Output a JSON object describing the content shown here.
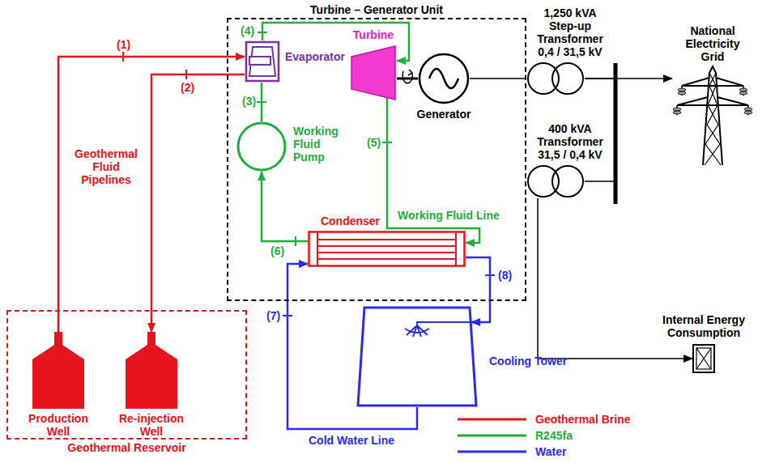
{
  "diagram": {
    "nodes": [
      {
        "text": [
          "Turbine – Generator Unit"
        ]
      },
      {
        "text": [
          "Evaporator"
        ],
        "in": 0
      },
      {
        "text": [
          "Turbine"
        ],
        "in": 0
      },
      {
        "text": [
          "Generator"
        ],
        "in": 0
      },
      {
        "text": [
          "Working Fluid Pump"
        ],
        "in": 0
      },
      {
        "text": [
          "Condenser"
        ],
        "in": 0
      },
      {
        "text": [
          "Cooling Tower"
        ]
      },
      {
        "text": [
          "Geothermal Reservoir"
        ]
      },
      {
        "text": [
          "Production Well"
        ],
        "in": 7
      },
      {
        "text": [
          "Re-injection Well"
        ],
        "in": 7
      },
      {
        "text": [
          "1,250 kVA Step-up Transformer 0,4 / 31,5 kV"
        ]
      },
      {
        "text": [
          "400 kVA Transformer 31,5 / 0,4 kV"
        ]
      },
      {
        "text": [
          "National Electricity Grid"
        ]
      },
      {
        "text": [
          "Internal Energy Consumption"
        ]
      }
    ],
    "edges": [
      {
        "from": 8,
        "to": 1,
        "arrow": "to",
        "label": "(1)"
      },
      {
        "from": 1,
        "to": 9,
        "arrow": "to",
        "label": "(2)"
      },
      {
        "from": 4,
        "to": 1,
        "arrow": "none",
        "label": "(3)"
      },
      {
        "from": 1,
        "to": 2,
        "arrow": "to",
        "label": "(4)"
      },
      {
        "from": 2,
        "to": 5,
        "arrow": "to",
        "label": "(5)"
      },
      {
        "from": 5,
        "to": 4,
        "arrow": "to",
        "label": "(6)"
      },
      {
        "from": 6,
        "to": 5,
        "arrow": "to",
        "label": "(7)"
      },
      {
        "from": 5,
        "to": 6,
        "arrow": "to",
        "label": "(8)"
      },
      {
        "from": 2,
        "to": 3,
        "arrow": "none"
      },
      {
        "from": 3,
        "to": 10,
        "arrow": "none"
      },
      {
        "from": 10,
        "to": 12,
        "arrow": "to"
      },
      {
        "from": 10,
        "to": 11,
        "arrow": "none"
      },
      {
        "from": 11,
        "to": 13,
        "arrow": "to"
      }
    ],
    "labels": [
      "Geothermal Fluid Pipelines",
      "Working Fluid Line",
      "Cold Water Line"
    ],
    "legend": [
      {
        "text": "Geothermal Brine"
      },
      {
        "text": "R245fa"
      },
      {
        "text": "Water"
      }
    ]
  }
}
